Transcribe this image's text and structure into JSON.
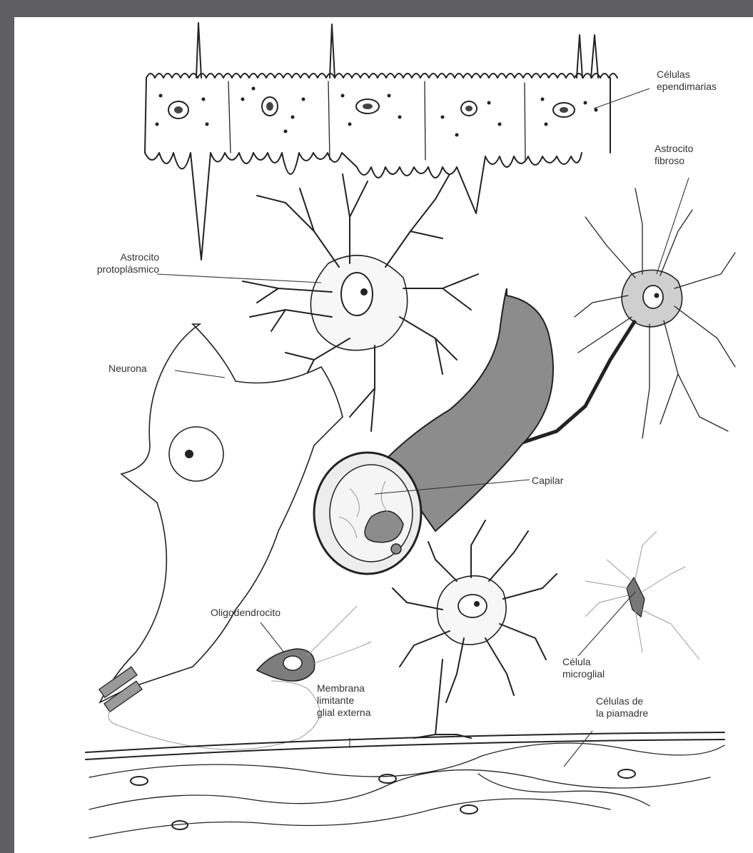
{
  "labels": {
    "ependymal": [
      "Células",
      "ependimarias"
    ],
    "fibrous_astrocyte": [
      "Astrocito",
      "fibroso"
    ],
    "protoplasmic_astrocyte": [
      "Astrocito",
      "protoplásmico"
    ],
    "neuron": "Neurona",
    "capillary": "Capilar",
    "oligodendrocyte": "Oligodendrocito",
    "microglia": [
      "Célula",
      "microglial"
    ],
    "glial_membrane": [
      "Membrana",
      "limitante",
      "glial externa"
    ],
    "pia_cells": [
      "Células de",
      "la piamadre"
    ]
  },
  "colors": {
    "frame": "#5f5f63",
    "paper": "#ffffff",
    "ink": "#222222",
    "capillary_fill": "#8c8c8c",
    "oligo_fill": "#7d7d7d"
  }
}
